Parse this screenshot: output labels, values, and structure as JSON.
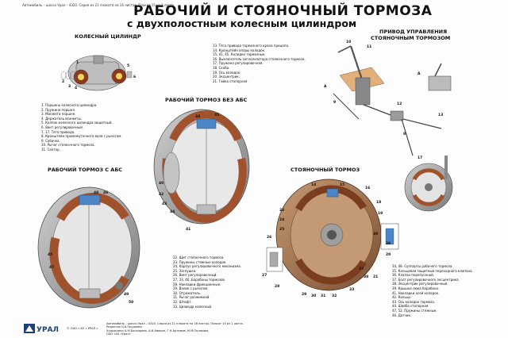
{
  "header": {
    "caption": "Автомобиль – шасси Урал – 4320. Серия из 21 плаката на 16 листах. Плакат 15 из 1 листа",
    "title_line1": "РАБОЧИЙ И СТОЯНОЧНЫЙ ТОРМОЗА",
    "title_line2": "с двухполостным колесным цилиндром"
  },
  "sections": {
    "wheel_cylinder": "КОЛЕСНЫЙ ЦИЛИНДР",
    "parking_drive": "ПРИВОД УПРАВЛЕНИЯ",
    "parking_drive2": "СТОЯНОЧНЫМ ТОРМОЗОМ",
    "brake_no_abs": "РАБОЧИЙ ТОРМОЗ БЕЗ АБС",
    "brake_abs": "РАБОЧИЙ ТОРМОЗ С АБС",
    "parking_brake": "СТОЯНОЧНЫЙ ТОРМОЗ"
  },
  "legend_left": [
    "1. Поршень колесного цилиндра.",
    "2. Пружина поршня.",
    "3. Манжета поршня.",
    "4. Держатель манжеты.",
    "5. Колпак колесного цилиндра защитный.",
    "6. Винт регулировочный.",
    "7, 17. Тяга привода.",
    "8. Кронштейн промежуточного вала с рычагом.",
    "9. Собачка.",
    "10. Рычаг стояночного тормоза.",
    "11. Сектор."
  ],
  "legend_top": [
    "13. Тяга привода тормозного крана прицепа.",
    "14. Кронштейн опоры колодок.",
    "15, 41, 45. Колодки тормозные.",
    "16. Выключатель сигнализатора стояночного тормоза.",
    "17. Пружина регулировочная.",
    "18. Скоба.",
    "19. Ось колодок.",
    "20. Эксцентрик.",
    "21. Гайка стопорная."
  ],
  "legend_center": [
    "22. Щит стояночного тормоза.",
    "23. Пружины стяжные колодок.",
    "24. Корпус регулировочного механизма.",
    "25. Заглушка.",
    "26. Винт регулировочный.",
    "27, 33, 40. Барабаны тормозов.",
    "28. Накладки фрикционные.",
    "29. Валик с рычагом.",
    "30. Отражатель.",
    "31. Рычаг разжимной.",
    "32. Штифт.",
    "33. Цилиндр колесный."
  ],
  "legend_right": [
    "34, 48. Суппорты рабочего тормоза.",
    "35. Кольцевая защитный переходного клапана.",
    "36. Клапан перепускной.",
    "37. Болт регулировочного эксцентрика.",
    "38. Эксцентрик регулировочный.",
    "39. Крышка люка барабана.",
    "41. Накладки осей колодок.",
    "42. Кольцо.",
    "43. Ось колодок тормоза.",
    "44. Шайба стопорная.",
    "47, 52. Пружины стяжные.",
    "46. Датчик."
  ],
  "footer": {
    "copyright": "© ОАО « АЗ « УРАЛ »",
    "lines": [
      "Автомобиль – шасси Урал – 4320. Серия из 21 плаката на 16 листах. Плакат 15 из 1 листа.",
      "Редактор Н.А.Прудаева",
      "Художники А.М.Бочкарева, А.И.Аверин, Г.Н.Артемов, М.М.Полякова",
      "ОАО «АЗ «Урал»"
    ],
    "logo_text": "УРАЛ"
  },
  "callouts": {
    "A": "А",
    "n1": "1",
    "n2": "2",
    "n3": "3",
    "n4": "4",
    "n5": "5",
    "n6": "6",
    "n8": "8",
    "n9": "9",
    "n10": "10",
    "n11": "11",
    "n12": "12",
    "n13": "13",
    "n14": "14",
    "n15": "15",
    "n16": "16",
    "n17": "17",
    "n18": "18",
    "n19": "19",
    "n20": "20",
    "n21": "21",
    "n22": "22",
    "n24": "24",
    "n25": "25",
    "n26": "26",
    "n27": "27",
    "n28": "28",
    "n29": "29",
    "n30": "30",
    "n31": "31",
    "n32": "32",
    "n33": "33",
    "n34": "34",
    "n35": "35",
    "n36": "36",
    "n37": "37",
    "n38": "38",
    "n39": "39",
    "n40": "40",
    "n41": "41",
    "n42": "42",
    "n43": "43",
    "n44": "44",
    "n45": "45",
    "n46": "46",
    "n47": "47",
    "n48": "48",
    "n49": "49",
    "n50": "50"
  },
  "colors": {
    "lining": "#a0522d",
    "drum": "#9b9b9b",
    "shoe": "#d9d9d9",
    "blue": "#4d86c6",
    "plate": "#e2b07a"
  }
}
